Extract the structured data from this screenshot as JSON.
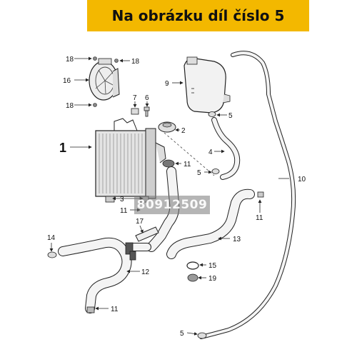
{
  "header": {
    "title": "Na obrázku díl číslo 5"
  },
  "watermark": "80912509",
  "callouts": {
    "c1": "1",
    "c2": "2",
    "c3": "3",
    "c4": "4",
    "c5a": "5",
    "c5b": "5",
    "c5c": "5",
    "c6": "6",
    "c7": "7",
    "c9": "9",
    "c10": "10",
    "c11a": "11",
    "c11b": "11",
    "c11c": "11",
    "c11d": "11",
    "c12": "12",
    "c13": "13",
    "c14": "14",
    "c15": "15",
    "c16": "16",
    "c17": "17",
    "c18a": "18",
    "c18b": "18",
    "c18c": "18",
    "c19": "19"
  },
  "colors": {
    "banner": "#f3b800",
    "line": "#222222",
    "part_fill": "#d9d9d9"
  }
}
